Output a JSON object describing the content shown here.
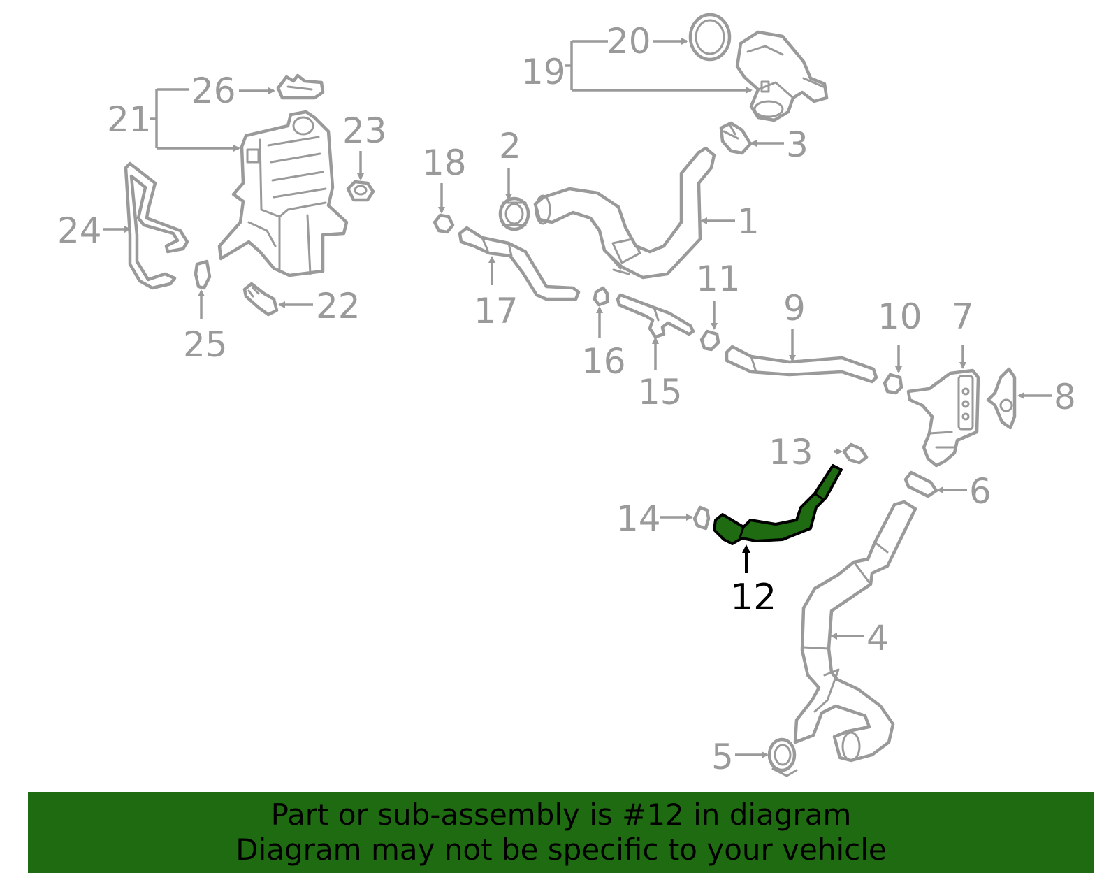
{
  "highlight_color": "#1f6b12",
  "part_color": "#9a9a9a",
  "highlighted_part": "12",
  "labels": {
    "p1": "1",
    "p2": "2",
    "p3": "3",
    "p4": "4",
    "p5": "5",
    "p6": "6",
    "p7": "7",
    "p8": "8",
    "p9": "9",
    "p10": "10",
    "p11": "11",
    "p12": "12",
    "p13": "13",
    "p14": "14",
    "p15": "15",
    "p16": "16",
    "p17": "17",
    "p18": "18",
    "p19": "19",
    "p20": "20",
    "p21": "21",
    "p22": "22",
    "p23": "23",
    "p24": "24",
    "p25": "25",
    "p26": "26"
  },
  "banner": {
    "line1": "Part or sub-assembly is #12 in diagram",
    "line2": "Diagram may not be specific to your vehicle"
  }
}
